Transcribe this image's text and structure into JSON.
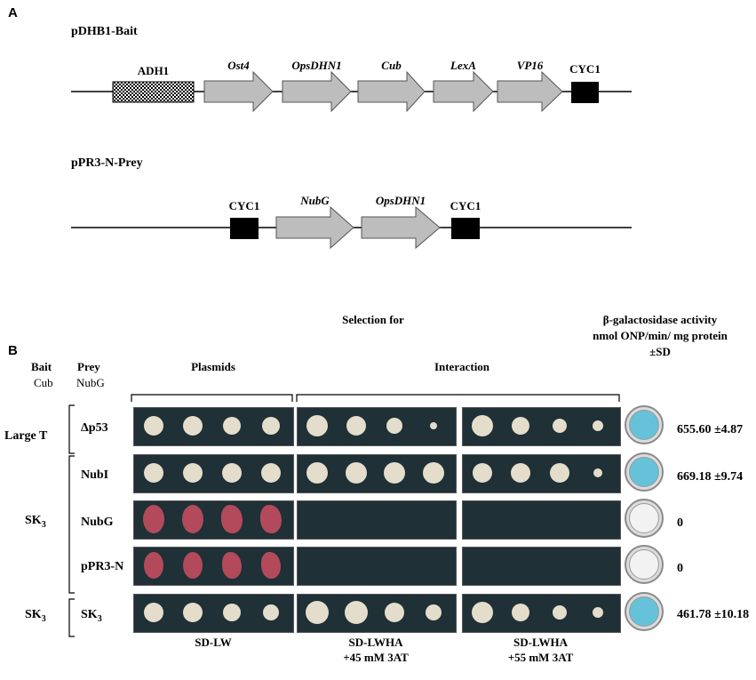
{
  "panel_a": {
    "letter": "A",
    "bait": {
      "title": "pDHB1-Bait",
      "adh1": "ADH1",
      "arrows": [
        "Ost4",
        "OpsDHN1",
        "Cub",
        "LexA",
        "VP16"
      ],
      "terminator": "CYC1"
    },
    "prey": {
      "title": "pPR3-N-Prey",
      "promoter": "CYC1",
      "arrows": [
        "NubG",
        "OpsDHN1"
      ],
      "terminator": "CYC1"
    }
  },
  "panel_b": {
    "letter": "B",
    "selection_for": "Selection for",
    "beta_gal_header": [
      "β-galactosidase activity",
      "nmol ONP/min/ mg protein",
      "±SD"
    ],
    "col_bait": "Bait",
    "col_bait_sub": "Cub",
    "col_prey": "Prey",
    "col_prey_sub": "NubG",
    "plasmids": "Plasmids",
    "interaction": "Interaction",
    "groups": [
      {
        "bait": "Large T",
        "rows": [
          "Δp53"
        ]
      },
      {
        "bait": "SK3",
        "rows": [
          "NubI",
          "NubG",
          "pPR3-N"
        ]
      },
      {
        "bait": "SK3",
        "rows": [
          "SK3"
        ]
      }
    ],
    "activities": [
      "655.60 ±4.87",
      "669.18 ±9.74",
      "0",
      "0",
      "461.78 ±10.18"
    ],
    "media": {
      "sd_lw": "SD-LW",
      "lwha45": [
        "SD-LWHA",
        "+45 mM 3AT"
      ],
      "lwha55": [
        "SD-LWHA",
        "+55 mM 3AT"
      ]
    },
    "colors": {
      "plate": "#1f3036",
      "white_colony": "#e4ddcc",
      "red_colony": "#b24a5c",
      "blue_well": "#66c2d8"
    }
  }
}
